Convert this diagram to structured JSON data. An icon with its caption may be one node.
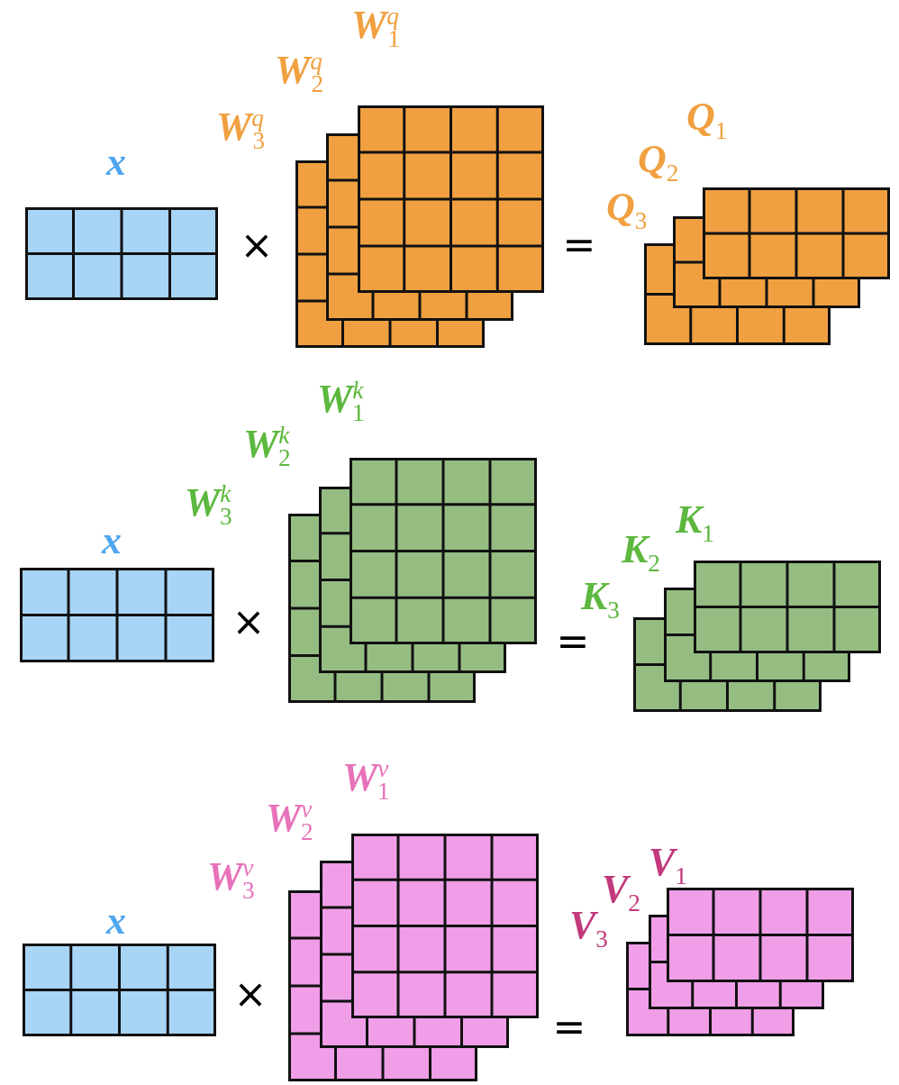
{
  "diagram": {
    "nodes": [
      {
        "text": [
          "x"
        ]
      },
      {
        "text": [
          "W$^{q}$$_{1}$"
        ]
      },
      {
        "text": [
          "W$^{q}$$_{2}$"
        ]
      },
      {
        "text": [
          "W$^{q}$$_{3}$"
        ]
      },
      {
        "text": [
          "Q$_{1}$"
        ]
      },
      {
        "text": [
          "Q$_{2}$"
        ]
      },
      {
        "text": [
          "Q$_{3}$"
        ]
      },
      {
        "text": [
          "x"
        ]
      },
      {
        "text": [
          "W$^{k}$$_{1}$"
        ]
      },
      {
        "text": [
          "W$^{k}$$_{2}$"
        ]
      },
      {
        "text": [
          "W$^{k}$$_{3}$"
        ]
      },
      {
        "text": [
          "K$_{1}$"
        ]
      },
      {
        "text": [
          "K$_{2}$"
        ]
      },
      {
        "text": [
          "K$_{3}$"
        ]
      },
      {
        "text": [
          "x"
        ]
      },
      {
        "text": [
          "W$^{v}$$_{1}$"
        ]
      },
      {
        "text": [
          "W$^{v}$$_{2}$"
        ]
      },
      {
        "text": [
          "W$^{v}$$_{3}$"
        ]
      },
      {
        "text": [
          "V$_{1}$"
        ]
      },
      {
        "text": [
          "V$_{2}$"
        ]
      },
      {
        "text": [
          "V$_{3}$"
        ]
      }
    ],
    "labels": [
      "×",
      "=",
      "×",
      "=",
      "×",
      "="
    ]
  }
}
